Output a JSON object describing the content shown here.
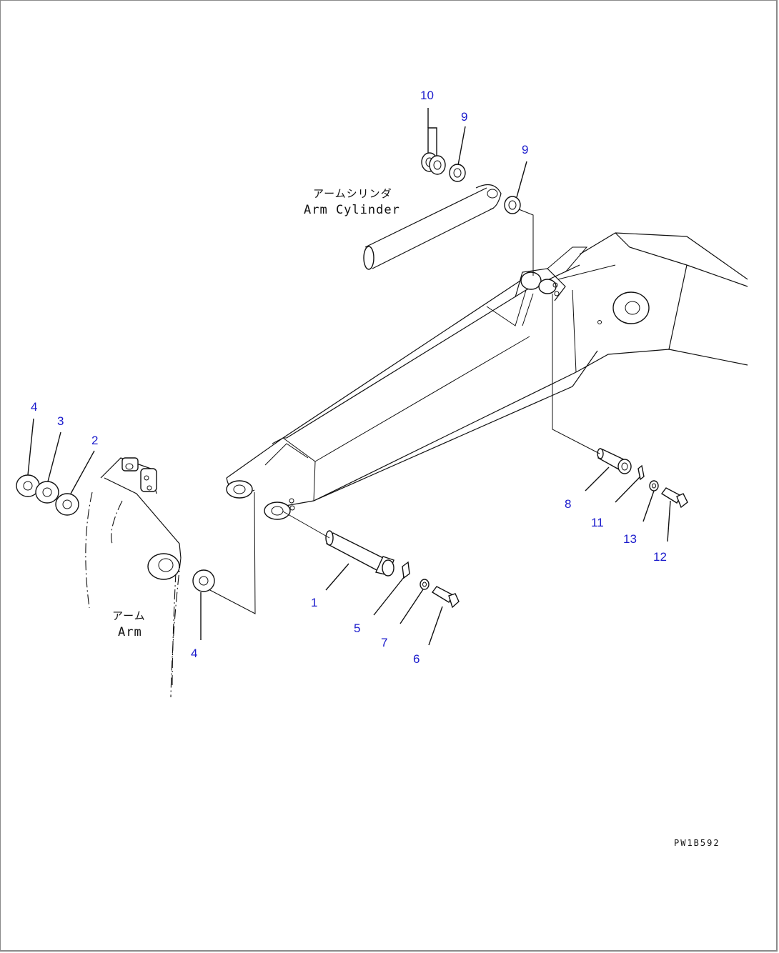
{
  "labels": {
    "arm_cylinder_jp": "アームシリンダ",
    "arm_cylinder_en": "Arm Cylinder",
    "arm_jp": "アーム",
    "arm_en": "Arm"
  },
  "drawing_code": "PW1B592",
  "callouts": [
    "10",
    "9",
    "9",
    "4",
    "3",
    "2",
    "4",
    "1",
    "5",
    "7",
    "6",
    "8",
    "11",
    "13",
    "12"
  ]
}
